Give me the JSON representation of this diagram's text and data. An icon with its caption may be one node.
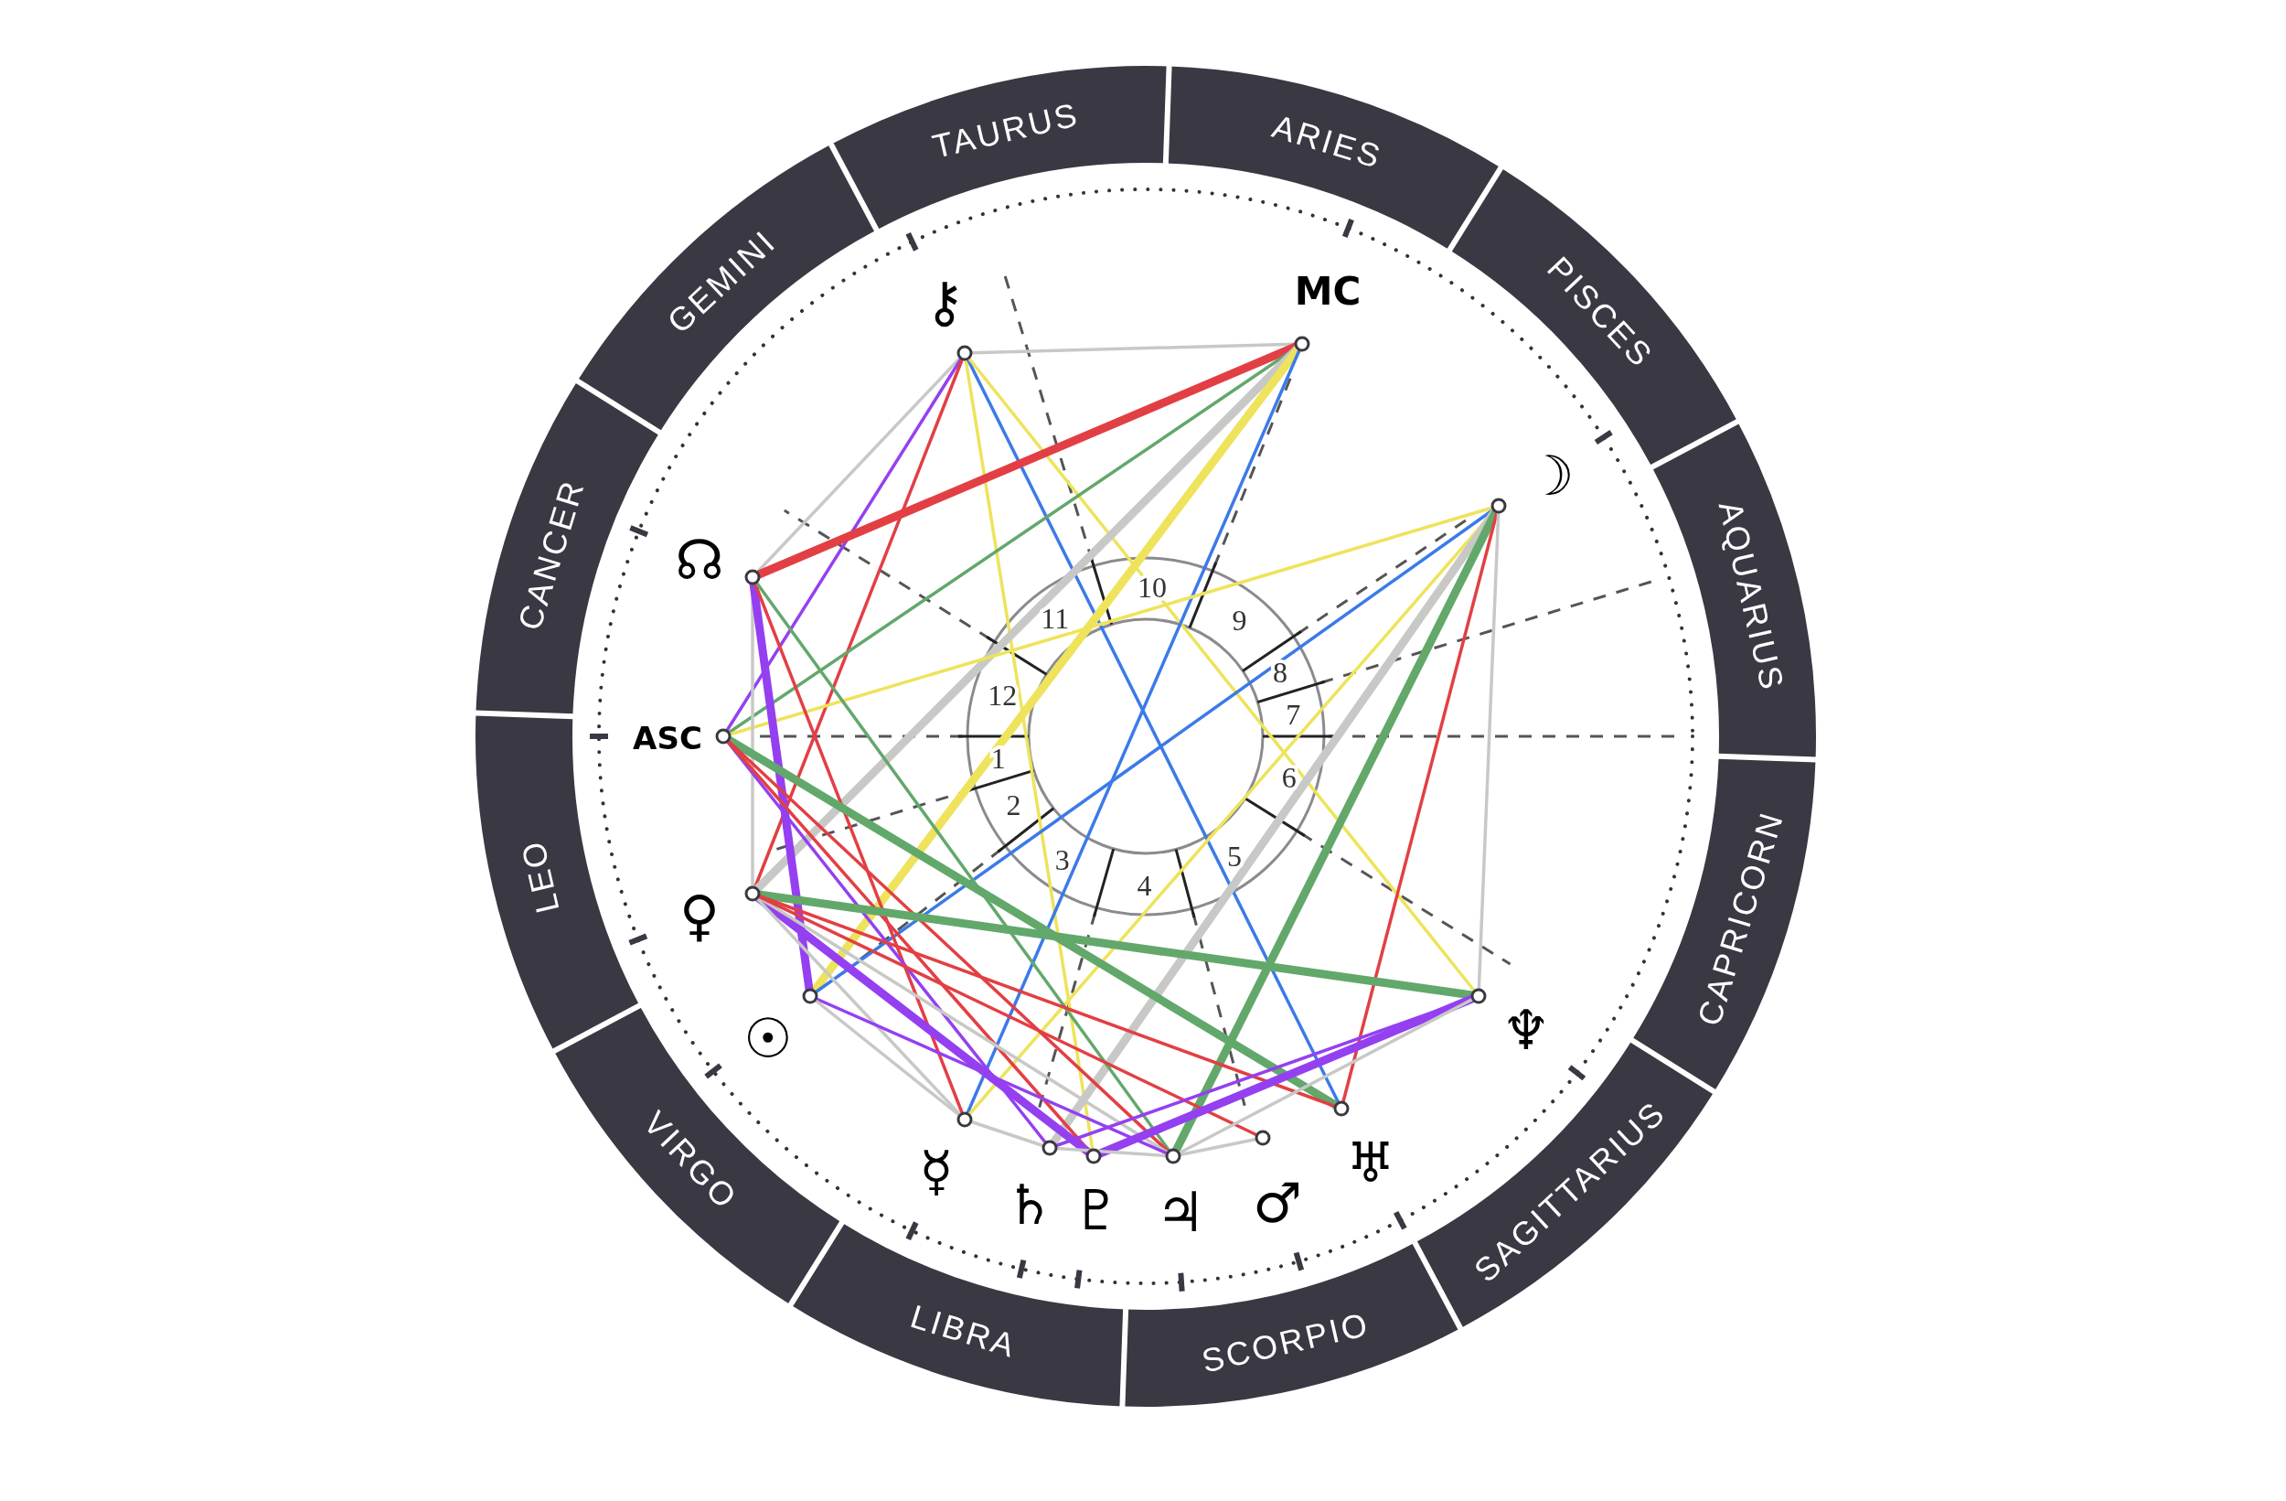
{
  "diagram": {
    "nodes": [
      {
        "text": [
          "⚷"
        ]
      },
      {
        "text": [
          "MC"
        ]
      },
      {
        "text": [
          "☽"
        ]
      },
      {
        "text": [
          "☊"
        ]
      },
      {
        "text": [
          "ASC"
        ]
      },
      {
        "text": [
          "♀"
        ]
      },
      {
        "text": [
          "☉"
        ]
      },
      {
        "text": [
          "♆"
        ]
      },
      {
        "text": [
          "♅"
        ]
      },
      {
        "text": [
          "☿"
        ]
      },
      {
        "text": [
          "♄"
        ]
      },
      {
        "text": [
          "♇"
        ]
      },
      {
        "text": [
          "♃"
        ]
      },
      {
        "text": [
          "♂"
        ]
      },
      {
        "text": [
          "TAURUS"
        ]
      },
      {
        "text": [
          "ARIES"
        ]
      },
      {
        "text": [
          "GEMINI"
        ]
      },
      {
        "text": [
          "PISCES"
        ]
      },
      {
        "text": [
          "CANCER"
        ]
      },
      {
        "text": [
          "AQUARIUS"
        ]
      },
      {
        "text": [
          "LEO"
        ]
      },
      {
        "text": [
          "CAPRICORN"
        ]
      },
      {
        "text": [
          "VIRGO"
        ]
      },
      {
        "text": [
          "SAGITTARIUS"
        ]
      },
      {
        "text": [
          "LIBRA"
        ]
      },
      {
        "text": [
          "SCORPIO"
        ]
      }
    ],
    "edges": [
      {
        "from": 0,
        "to": 1,
        "arrow": "none"
      },
      {
        "from": 0,
        "to": 3,
        "arrow": "none"
      },
      {
        "from": 0,
        "to": 4,
        "arrow": "none",
        "color": "#9440f0"
      },
      {
        "from": 0,
        "to": 5,
        "arrow": "none",
        "color": "#e23f44"
      },
      {
        "from": 0,
        "to": 11,
        "arrow": "none",
        "color": "#eee35b"
      },
      {
        "from": 0,
        "to": 8,
        "arrow": "none",
        "color": "#3b7ae8"
      },
      {
        "from": 0,
        "to": 7,
        "arrow": "none",
        "color": "#eee35b"
      },
      {
        "from": 1,
        "to": 3,
        "arrow": "none",
        "style": "thick",
        "color": "#e23f44"
      },
      {
        "from": 1,
        "to": 4,
        "arrow": "none",
        "color": "#62a86b"
      },
      {
        "from": 1,
        "to": 5,
        "arrow": "none",
        "style": "thick"
      },
      {
        "from": 1,
        "to": 6,
        "arrow": "none",
        "style": "thick",
        "color": "#eee35b"
      },
      {
        "from": 1,
        "to": 9,
        "arrow": "none",
        "color": "#3b7ae8"
      },
      {
        "from": 2,
        "to": 4,
        "arrow": "none",
        "color": "#eee35b"
      },
      {
        "from": 2,
        "to": 6,
        "arrow": "none",
        "color": "#3b7ae8"
      },
      {
        "from": 2,
        "to": 9,
        "arrow": "none",
        "color": "#eee35b"
      },
      {
        "from": 2,
        "to": 10,
        "arrow": "none",
        "style": "thick"
      },
      {
        "from": 2,
        "to": 12,
        "arrow": "none",
        "style": "thick",
        "color": "#62a86b"
      },
      {
        "from": 2,
        "to": 8,
        "arrow": "none",
        "color": "#e23f44"
      },
      {
        "from": 2,
        "to": 7,
        "arrow": "none"
      },
      {
        "from": 3,
        "to": 5,
        "arrow": "none"
      },
      {
        "from": 3,
        "to": 6,
        "arrow": "none",
        "style": "thick",
        "color": "#9440f0"
      },
      {
        "from": 3,
        "to": 9,
        "arrow": "none",
        "color": "#e23f44"
      },
      {
        "from": 3,
        "to": 12,
        "arrow": "none",
        "color": "#62a86b"
      },
      {
        "from": 4,
        "to": 8,
        "arrow": "none",
        "style": "thick",
        "color": "#62a86b"
      },
      {
        "from": 4,
        "to": 10,
        "arrow": "none",
        "color": "#9440f0"
      },
      {
        "from": 4,
        "to": 11,
        "arrow": "none",
        "color": "#e23f44"
      },
      {
        "from": 4,
        "to": 12,
        "arrow": "none",
        "color": "#e23f44"
      },
      {
        "from": 5,
        "to": 7,
        "arrow": "none",
        "style": "thick",
        "color": "#62a86b"
      },
      {
        "from": 5,
        "to": 11,
        "arrow": "none",
        "style": "thick",
        "color": "#9440f0"
      },
      {
        "from": 5,
        "to": 9,
        "arrow": "none"
      },
      {
        "from": 5,
        "to": 12,
        "arrow": "none"
      },
      {
        "from": 5,
        "to": 13,
        "arrow": "none",
        "color": "#e23f44"
      },
      {
        "from": 5,
        "to": 8,
        "arrow": "none",
        "color": "#e23f44"
      },
      {
        "from": 6,
        "to": 12,
        "arrow": "none",
        "color": "#9440f0"
      },
      {
        "from": 6,
        "to": 9,
        "arrow": "none"
      },
      {
        "from": 7,
        "to": 11,
        "arrow": "none",
        "style": "thick",
        "color": "#9440f0"
      },
      {
        "from": 7,
        "to": 10,
        "arrow": "none",
        "color": "#9440f0"
      },
      {
        "from": 7,
        "to": 12,
        "arrow": "none"
      },
      {
        "from": 9,
        "to": 10,
        "arrow": "none"
      },
      {
        "from": 10,
        "to": 12,
        "arrow": "none"
      },
      {
        "from": 12,
        "to": 13,
        "arrow": "none"
      }
    ],
    "labels": [
      "1",
      "2",
      "3",
      "4",
      "5",
      "6",
      "7",
      "8",
      "9",
      "10",
      "11",
      "12"
    ]
  }
}
